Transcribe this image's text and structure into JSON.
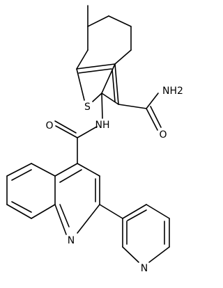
{
  "colors": {
    "bond": "#000000",
    "label": "#000000",
    "background": "#ffffff"
  },
  "atoms": {
    "sulfur": "S",
    "amide_nh2": "NH2",
    "carboxamide_oxygen": "O",
    "amide_nh": "NH",
    "linker_oxygen": "O",
    "quinoline_nitrogen": "N",
    "pyridine_nitrogen": "N"
  }
}
